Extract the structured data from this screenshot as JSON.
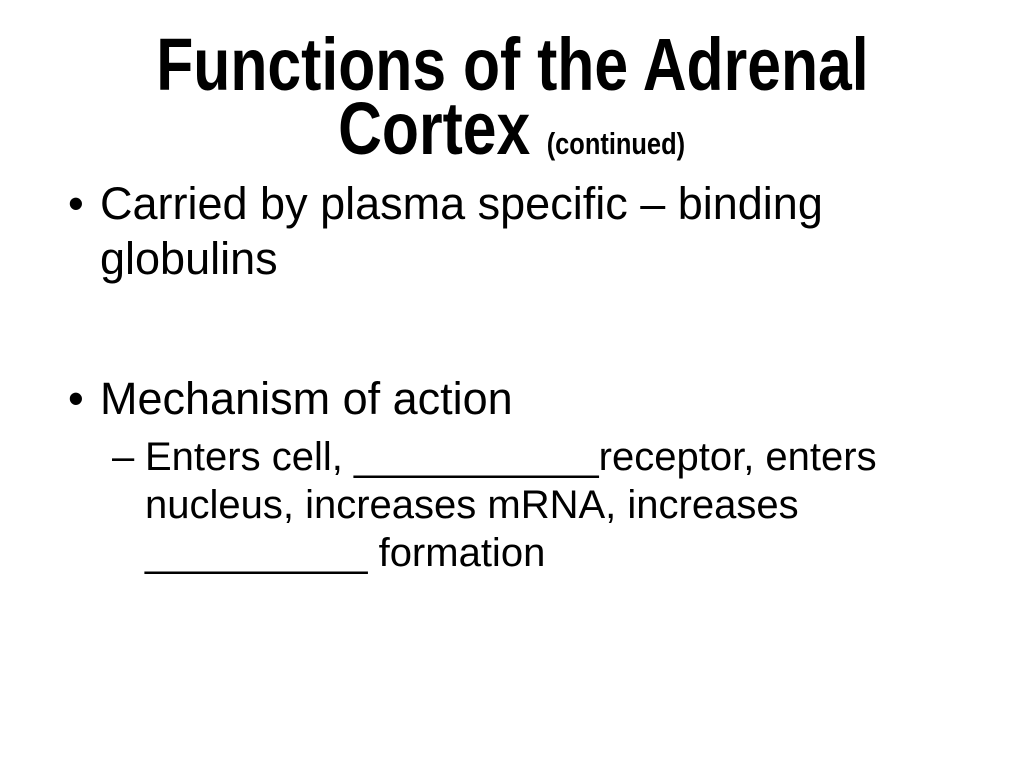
{
  "slide": {
    "colors": {
      "background": "#ffffff",
      "text": "#000000"
    },
    "title": {
      "line1": "Functions of the Adrenal",
      "line2": "Cortex",
      "suffix": "(continued)"
    },
    "bullets": [
      {
        "level": 1,
        "marker": "•",
        "text": "Carried by plasma specific – binding globulins"
      },
      {
        "level": 1,
        "marker": "•",
        "text": "Mechanism of action"
      },
      {
        "level": 2,
        "marker": "–",
        "text": "Enters cell, ___________receptor, enters nucleus, increases mRNA, increases __________ formation"
      }
    ]
  }
}
